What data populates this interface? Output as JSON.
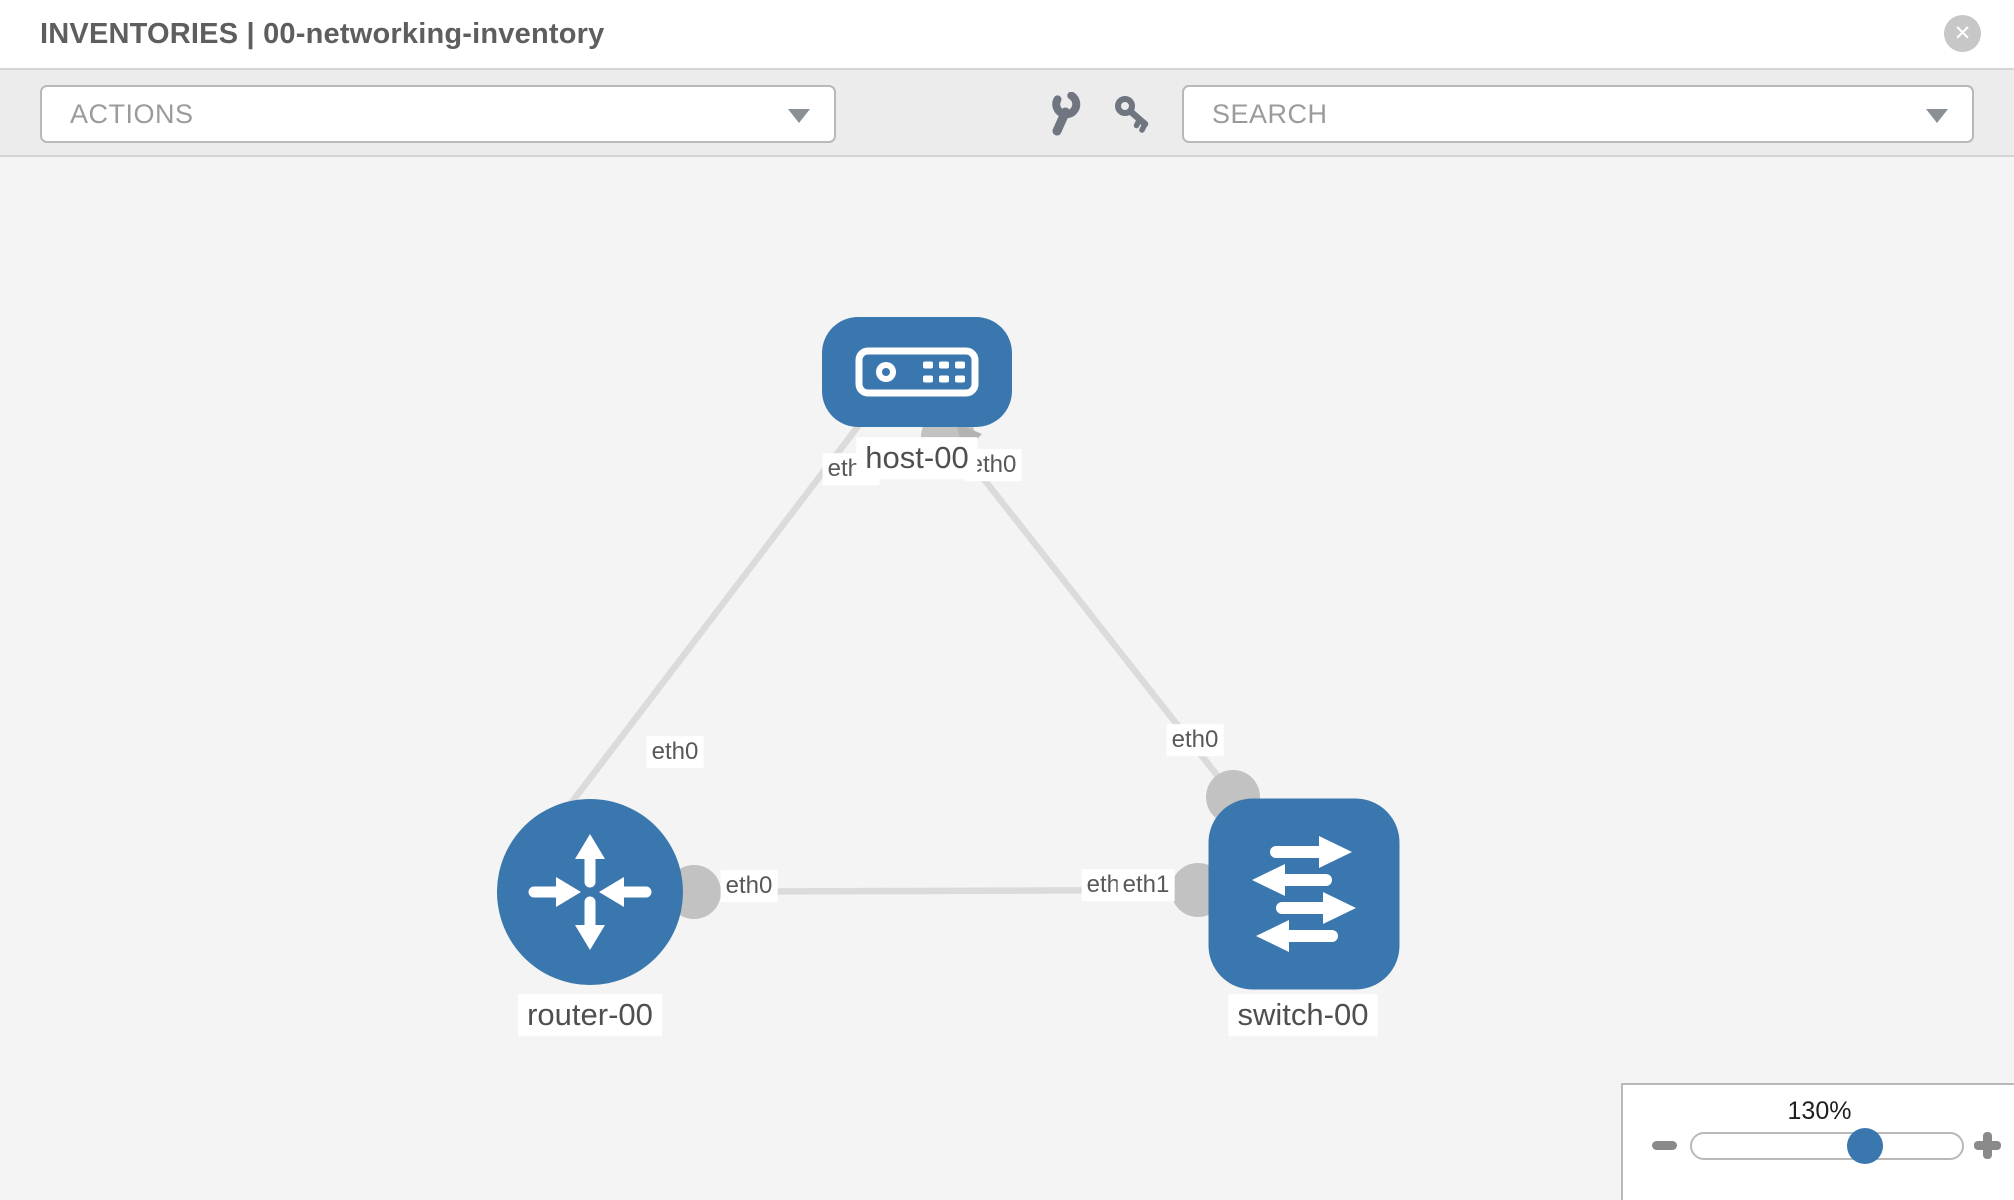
{
  "header": {
    "title": "INVENTORIES | 00-networking-inventory"
  },
  "icons": {
    "close": "✕",
    "wrench": "wrench-icon",
    "key": "key-icon"
  },
  "toolbar": {
    "actions_label": "ACTIONS",
    "search_placeholder": "SEARCH"
  },
  "topology": {
    "nodes": [
      {
        "id": "host-00",
        "type": "host",
        "label": "host-00"
      },
      {
        "id": "router-00",
        "type": "router",
        "label": "router-00"
      },
      {
        "id": "switch-00",
        "type": "switch",
        "label": "switch-00"
      }
    ],
    "links": [
      {
        "from": "host-00",
        "from_interface": "eth0",
        "to": "router-00",
        "to_interface": "eth0"
      },
      {
        "from": "host-00",
        "from_interface": "eth0",
        "to": "switch-00",
        "to_interface": "eth0"
      },
      {
        "from": "router-00",
        "from_interface": "eth0",
        "to": "switch-00",
        "to_interface": "eth1"
      }
    ],
    "labels": {
      "host_name": "host-00",
      "router_name": "router-00",
      "switch_name": "switch-00",
      "eth_host_to_router": "eth0",
      "eth_host_to_switch": "eth0",
      "eth_router_to_host": "eth0",
      "eth_switch_to_host": "eth0",
      "eth_router_to_switch": "eth0",
      "eth_switch_back": "eth0",
      "eth_switch_front": "eth1"
    }
  },
  "zoom_control": {
    "level": "130%"
  },
  "colors": {
    "node_blue": "#3b77af",
    "link_gray": "#dbdbdb",
    "interface_gray": "#c2c2c2",
    "canvas_bg": "#f4f4f4",
    "toolbar_bg": "#ececec"
  }
}
